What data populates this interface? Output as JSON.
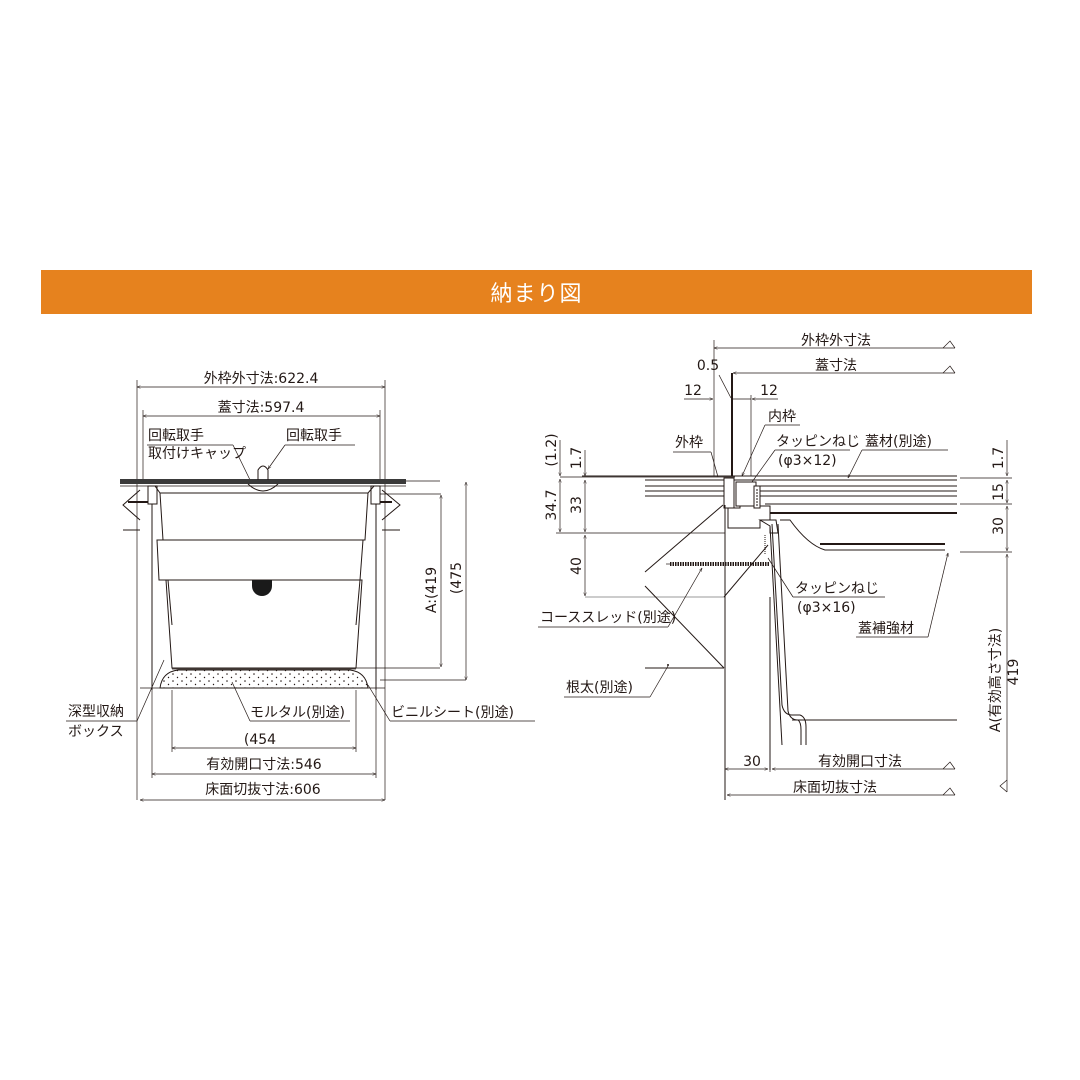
{
  "header": {
    "title": "納まり図",
    "bg_color": "#e6821e",
    "text_color": "#ffffff"
  },
  "left_view": {
    "dims": {
      "outer_frame": "外枠外寸法:622.4",
      "lid": "蓋寸法:597.4",
      "height_a": "A:(419",
      "height_total": "(475",
      "inner_454": "(454",
      "opening": "有効開口寸法:546",
      "floor_cut": "床面切抜寸法:606"
    },
    "labels": {
      "handle_cap_line1": "回転取手",
      "handle_cap_line2": "取付けキャップ",
      "handle": "回転取手",
      "box_line1": "深型収納",
      "box_line2": "ボックス",
      "mortar": "モルタル(別途)",
      "vinyl_sheet": "ビニルシート(別途)"
    }
  },
  "right_view": {
    "dims": {
      "outer_frame": "外枠外寸法",
      "lid": "蓋寸法",
      "gap": "0.5",
      "left_12": "12",
      "right_12": "12",
      "v_1_2": "(1.2)",
      "v_1_7_left": "1.7",
      "v_34_7": "34.7",
      "v_33": "33",
      "v_40": "40",
      "v_1_7_right": "1.7",
      "v_15": "15",
      "v_30": "30",
      "v_a_label": "A(有効高さ寸法)",
      "v_a_value": "419",
      "h_30": "30",
      "opening": "有効開口寸法",
      "floor_cut": "床面切抜寸法"
    },
    "labels": {
      "outer_frame": "外枠",
      "inner_frame": "内枠",
      "tapping_screw_1": "タッピンねじ",
      "tapping_screw_1_spec": "(φ3×12)",
      "lid_material": "蓋材(別途)",
      "tapping_screw_2": "タッピンねじ",
      "tapping_screw_2_spec": "(φ3×16)",
      "lid_reinforcement": "蓋補強材",
      "coarse_thread": "コーススレッド(別途)",
      "joist": "根太(別途)"
    }
  }
}
